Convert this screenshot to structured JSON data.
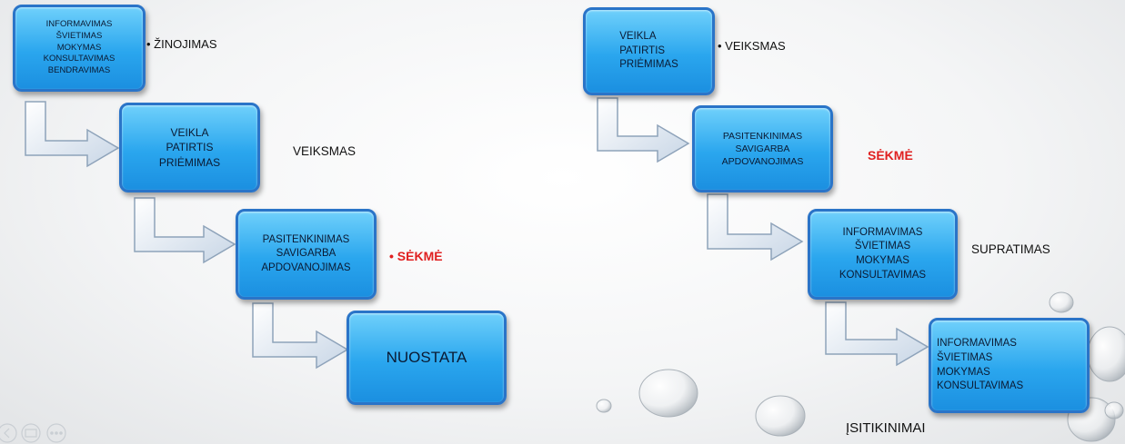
{
  "left": {
    "box1": {
      "lines": [
        "INFORMAVIMAS",
        "ŠVIETIMAS",
        "MOKYMAS",
        "KONSULTAVIMAS",
        "BENDRAVIMAS"
      ]
    },
    "label1": "• ŽINOJIMAS",
    "box2": {
      "lines": [
        "VEIKLA",
        "PATIRTIS",
        "PRIĖMIMAS"
      ]
    },
    "label2": "VEIKSMAS",
    "box3": {
      "lines": [
        "PASITENKINIMAS",
        "SAVIGARBA",
        "APDOVANOJIMAS"
      ]
    },
    "label3": "•  SĖKMĖ",
    "box4": {
      "lines": [
        "NUOSTATA"
      ]
    }
  },
  "right": {
    "box1": {
      "lines": [
        "VEIKLA",
        "PATIRTIS",
        "PRIĖMIMAS"
      ]
    },
    "label1": "• VEIKSMAS",
    "box2": {
      "lines": [
        "PASITENKINIMAS",
        "SAVIGARBA",
        "APDOVANOJIMAS"
      ]
    },
    "label2": "SĖKMĖ",
    "box3": {
      "lines": [
        "INFORMAVIMAS",
        "ŠVIETIMAS",
        "MOKYMAS",
        "KONSULTAVIMAS"
      ]
    },
    "label3": "SUPRATIMAS",
    "box4": {
      "lines": [
        "INFORMAVIMAS",
        "ŠVIETIMAS",
        "MOKYMAS",
        "KONSULTAVIMAS"
      ]
    },
    "label4": "ĮSITIKINIMAI"
  },
  "colors": {
    "box": "#2aa6ee",
    "accent_red": "#e02020"
  },
  "slide_controls": [
    "prev-icon",
    "menu-icon",
    "more-icon"
  ]
}
